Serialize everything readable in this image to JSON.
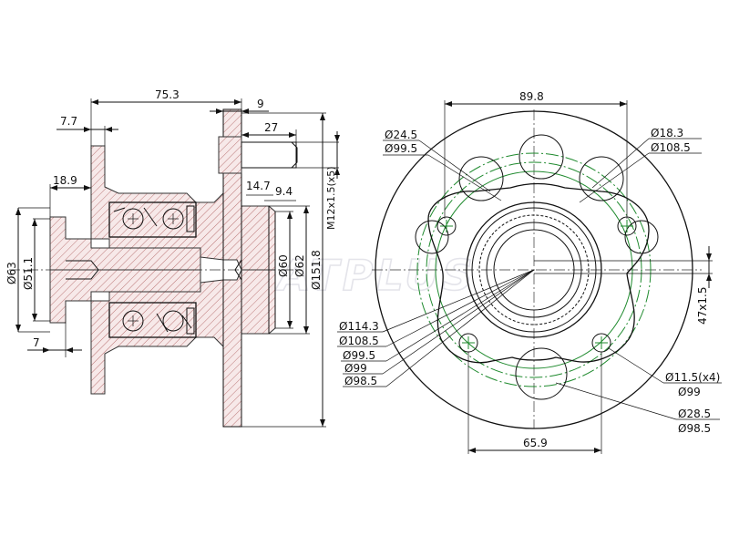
{
  "watermark": "SATPLUS",
  "side_view": {
    "dims": {
      "d_75_3": "75.3",
      "d_9": "9",
      "d_7_7": "7.7",
      "d_27": "27",
      "d_18_9": "18.9",
      "d_14_7": "14.7",
      "d_9_4": "9.4",
      "d_63": "Ø63",
      "d_51_1": "Ø51.1",
      "d_7": "7",
      "d_60": "Ø60",
      "d_62": "Ø62",
      "d_151_8": "Ø151.8",
      "d_thread": "M12x1.5(x5)"
    }
  },
  "front_view": {
    "dims": {
      "d_89_8": "89.8",
      "d_24_5": "Ø24.5",
      "d_99_5_top": "Ø99.5",
      "d_18_3": "Ø18.3",
      "d_108_5_top": "Ø108.5",
      "d_47x1_5": "47x1.5",
      "d_114_3": "Ø114.3",
      "d_108_5": "Ø108.5",
      "d_99_5": "Ø99.5",
      "d_99": "Ø99",
      "d_98_5": "Ø98.5",
      "d_11_5": "Ø11.5(x4)",
      "d_99_r": "Ø99",
      "d_28_5": "Ø28.5",
      "d_98_5_r": "Ø98.5",
      "d_65_9": "65.9"
    }
  }
}
